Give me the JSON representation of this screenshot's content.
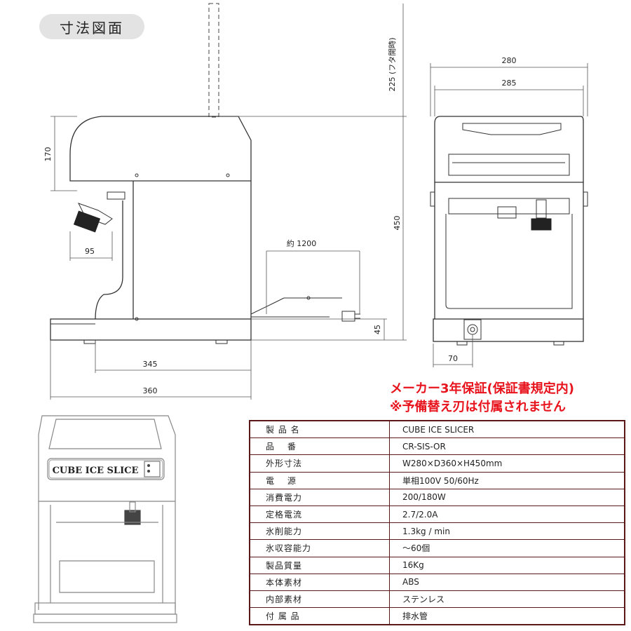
{
  "page_title": "寸法図面",
  "warnings": [
    "メーカー3年保証(保証書規定内)",
    "※予備替え刃は付属されません"
  ],
  "dimensions": {
    "lid_open": "225 (フタ開時)",
    "height": "450",
    "top_section": "170",
    "spout": "95",
    "cord": "約 1200",
    "base": "45",
    "base_depth": "345",
    "depth": "360",
    "width_outer": "280",
    "width_inner": "285",
    "side_offset": "70"
  },
  "product_label": "CUBE ICE SLICE",
  "spec_table": [
    {
      "label": "製 品 名",
      "value": "CUBE ICE SLICER"
    },
    {
      "label": "品　 番",
      "value": "CR-SIS-OR"
    },
    {
      "label": "外形寸法",
      "value": "W280×D360×H450mm"
    },
    {
      "label": "電　 源",
      "value": "単相100V 50/60Hz"
    },
    {
      "label": "消費電力",
      "value": "200/180W"
    },
    {
      "label": "定格電流",
      "value": "2.7/2.0A"
    },
    {
      "label": "氷削能力",
      "value": "1.3kg / min"
    },
    {
      "label": "氷収容能力",
      "value": "～60個"
    },
    {
      "label": "製品質量",
      "value": "16Kg"
    },
    {
      "label": "本体素材",
      "value": "ABS"
    },
    {
      "label": "内部素材",
      "value": "ステンレス"
    },
    {
      "label": "付 属 品",
      "value": "排水管"
    }
  ],
  "colors": {
    "warning": "#e8141d",
    "table_border": "#5a1818",
    "pill": "#e3e3e3"
  }
}
